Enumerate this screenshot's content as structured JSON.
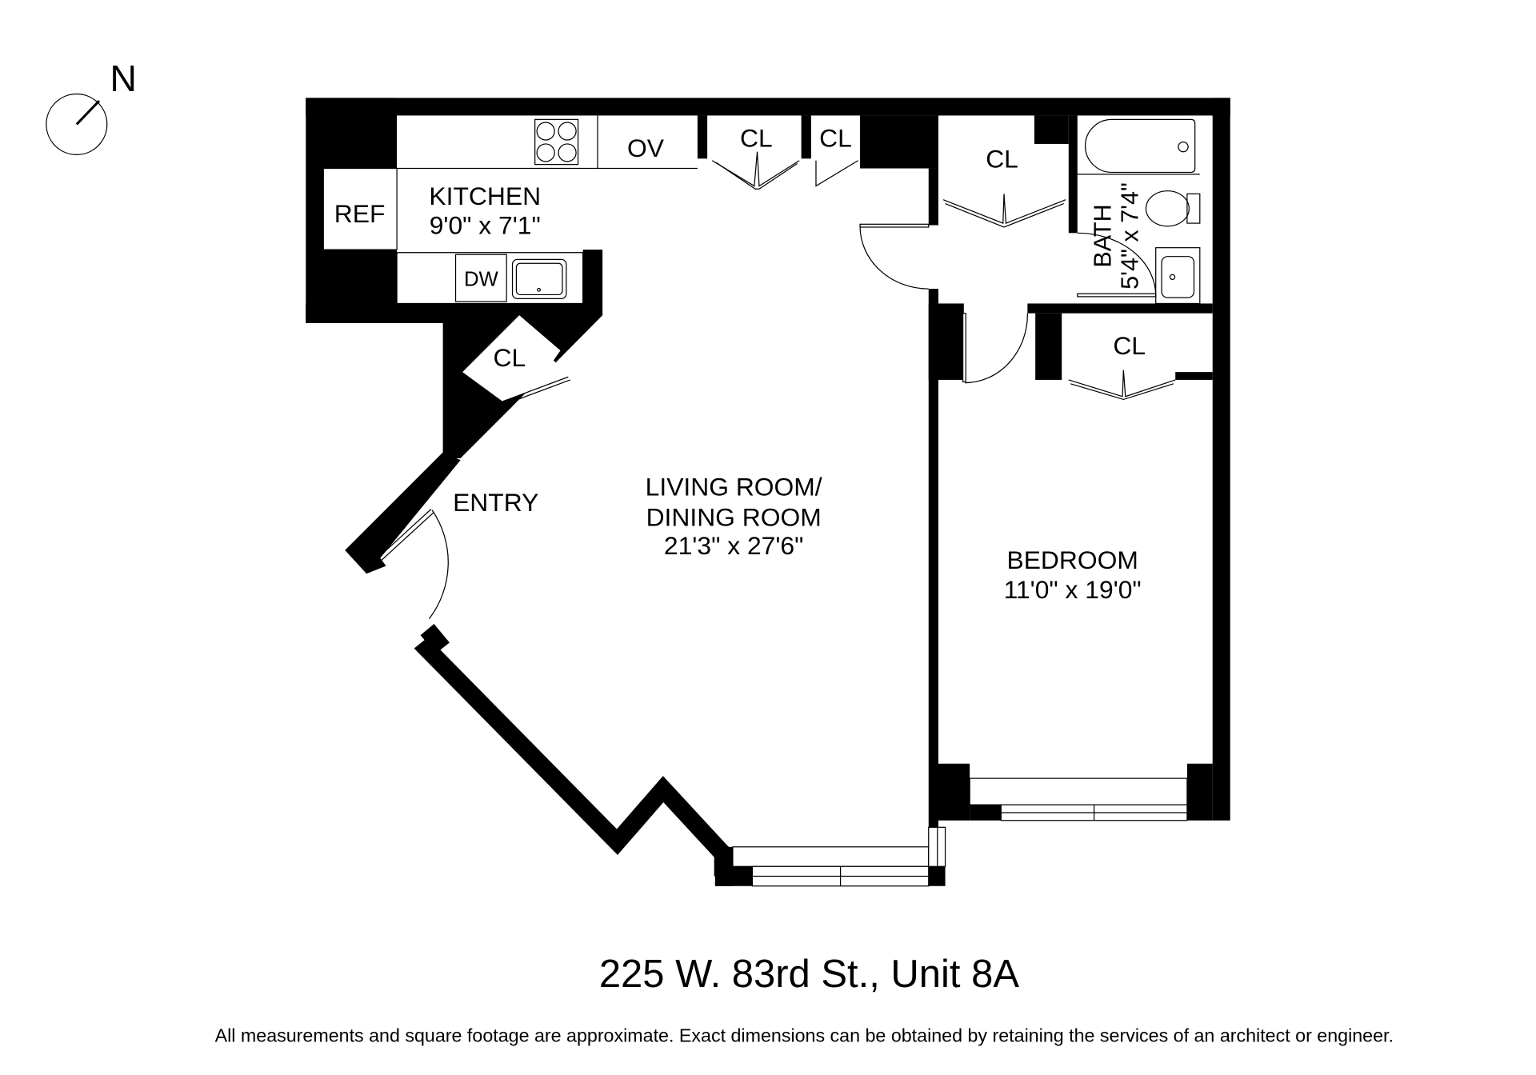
{
  "compass": {
    "label": "N",
    "icon": "north-arrow-icon"
  },
  "rooms": {
    "kitchen": {
      "name": "KITCHEN",
      "dims": "9'0\" x 7'1\""
    },
    "living": {
      "name_line1": "LIVING ROOM/",
      "name_line2": "DINING ROOM",
      "dims": "21'3\" x 27'6\""
    },
    "bedroom": {
      "name": "BEDROOM",
      "dims": "11'0\" x 19'0\""
    },
    "bath": {
      "name": "BATH",
      "dims": "5'4\" x 7'4\""
    },
    "entry": {
      "name": "ENTRY"
    }
  },
  "fixtures": {
    "ref": "REF",
    "oven": "OV",
    "dishwasher": "DW",
    "closet": "CL"
  },
  "title": "225 W. 83rd St., Unit 8A",
  "disclaimer": "All measurements and square footage are approximate. Exact dimensions can be obtained by retaining the services of an architect or engineer.",
  "colors": {
    "walls": "#000000",
    "background": "#ffffff"
  }
}
